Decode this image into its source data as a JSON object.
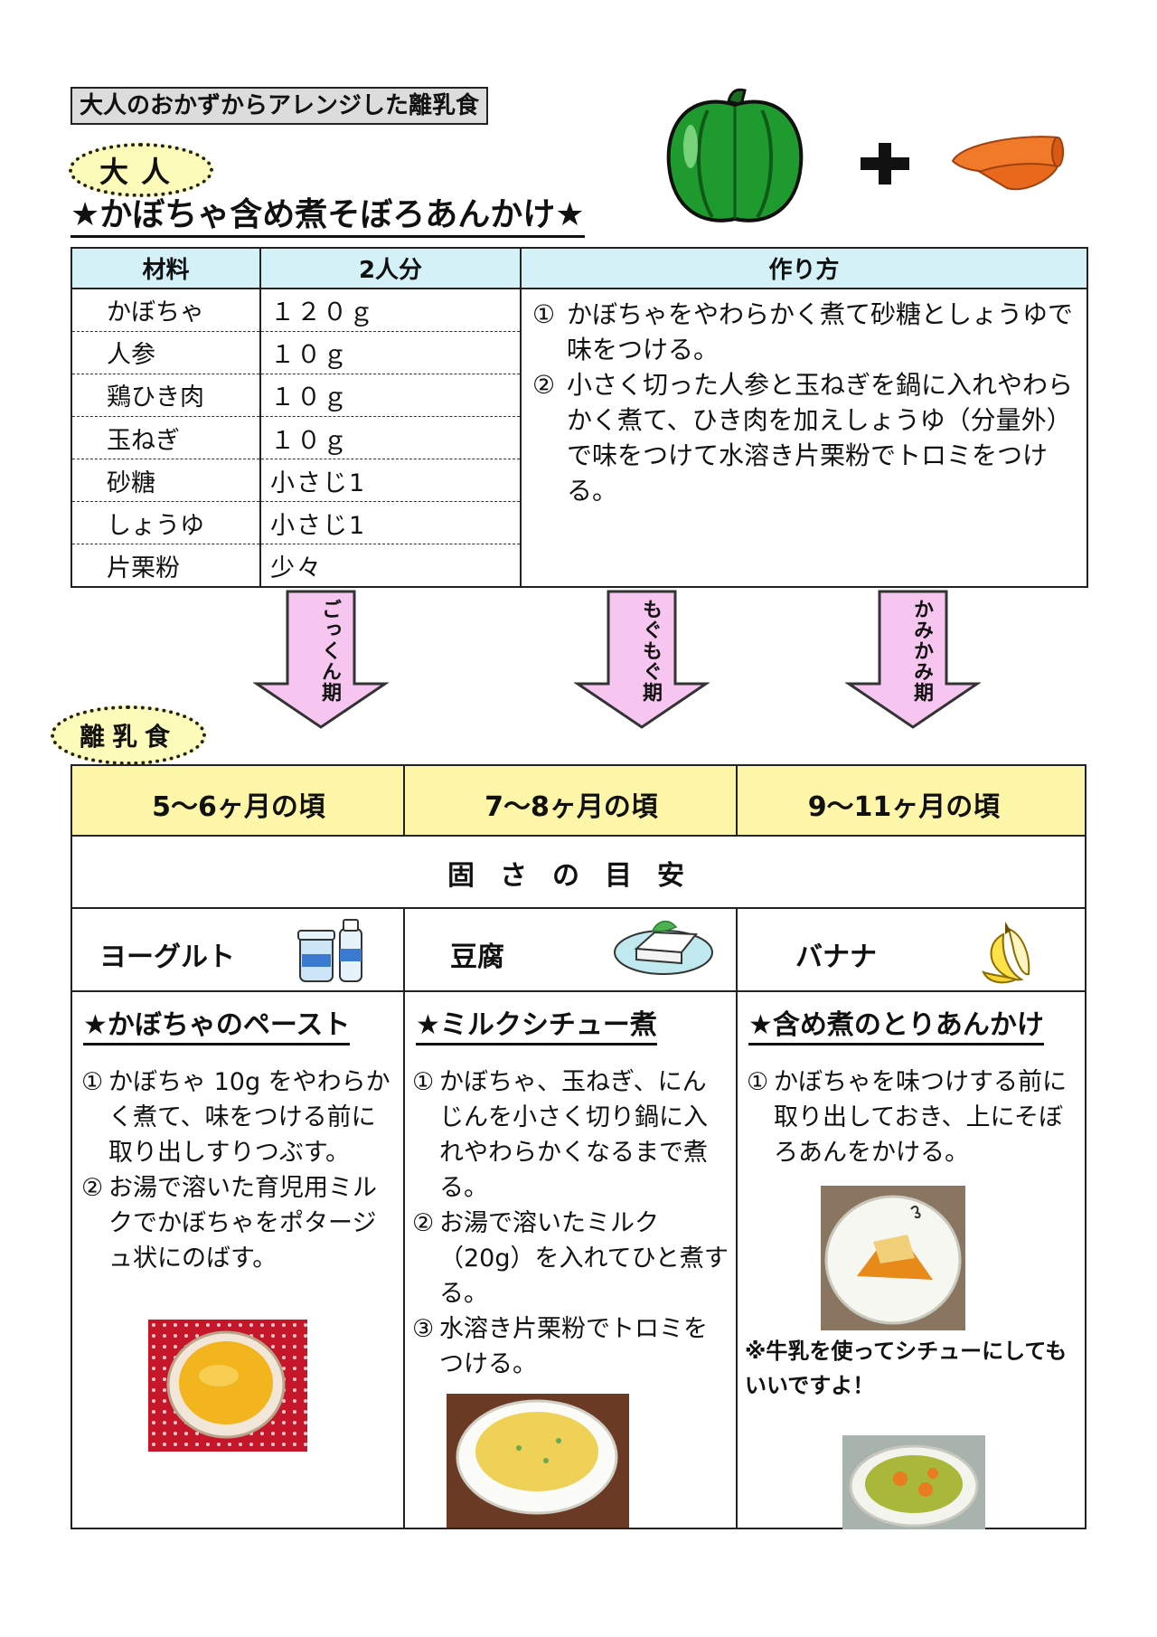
{
  "header": {
    "category": "大人のおかずからアレンジした離乳食",
    "adult_badge": "大人",
    "recipe_title": "★かぼちゃ含め煮そぼろあんかけ★"
  },
  "ingredients_table": {
    "headers": [
      "材料",
      "2人分",
      "作り方"
    ],
    "rows": [
      {
        "name": "かぼちゃ",
        "amount": "１２０ｇ"
      },
      {
        "name": "人参",
        "amount": "１０ｇ"
      },
      {
        "name": "鶏ひき肉",
        "amount": "１０ｇ"
      },
      {
        "name": "玉ねぎ",
        "amount": "１０ｇ"
      },
      {
        "name": "砂糖",
        "amount": "小さじ1"
      },
      {
        "name": "しょうゆ",
        "amount": "小さじ1"
      },
      {
        "name": "片栗粉",
        "amount": "少々"
      }
    ],
    "steps": [
      {
        "num": "①",
        "text": "かぼちゃをやわらかく煮て砂糖としょうゆで味をつける。"
      },
      {
        "num": "②",
        "text": "小さく切った人参と玉ねぎを鍋に入れやわらかく煮て、ひき肉を加えしょうゆ（分量外）で味をつけて水溶き片栗粉でトロミをつける。"
      }
    ]
  },
  "stages": [
    "ごっくん期",
    "もぐもぐ期",
    "かみかみ期"
  ],
  "baby_badge": "離乳食",
  "baby_table": {
    "ages": [
      "5～6ヶ月の頃",
      "7～8ヶ月の頃",
      "9～11ヶ月の頃"
    ],
    "firmness_title": "固さの目安",
    "examples": [
      "ヨーグルト",
      "豆腐",
      "バナナ"
    ],
    "recipes": [
      {
        "title": "★かぼちゃのペースト",
        "steps": [
          {
            "num": "①",
            "text": "かぼちゃ 10g をやわらかく煮て、味をつける前に取り出しすりつぶす。"
          },
          {
            "num": "②",
            "text": "お湯で溶いた育児用ミルクでかぼちゃをポタージュ状にのばす。"
          }
        ]
      },
      {
        "title": "★ミルクシチュー煮",
        "steps": [
          {
            "num": "①",
            "text": "かぼちゃ、玉ねぎ、にんじんを小さく切り鍋に入れやわらかくなるまで煮る。"
          },
          {
            "num": "②",
            "text": "お湯で溶いたミルク（20g）を入れてひと煮する。"
          },
          {
            "num": "③",
            "text": "水溶き片栗粉でトロミをつける。"
          }
        ]
      },
      {
        "title": "★含め煮のとりあんかけ",
        "steps": [
          {
            "num": "①",
            "text": "かぼちゃを味つけする前に取り出しておき、上にそぼろあんをかける。"
          }
        ],
        "note": "※牛乳を使ってシチューにしてもいいですよ！"
      }
    ]
  },
  "colors": {
    "header_cyan": "#d3f1f7",
    "header_yellow": "#fdf6a9",
    "arrow_pink": "#f7c6f0",
    "pepper_green": "#1f9a2e",
    "carrot_orange": "#f07a2a"
  },
  "icons": [
    "green-pepper-icon",
    "plus-icon",
    "carrot-icon",
    "yogurt-icon",
    "tofu-icon",
    "banana-icon"
  ]
}
